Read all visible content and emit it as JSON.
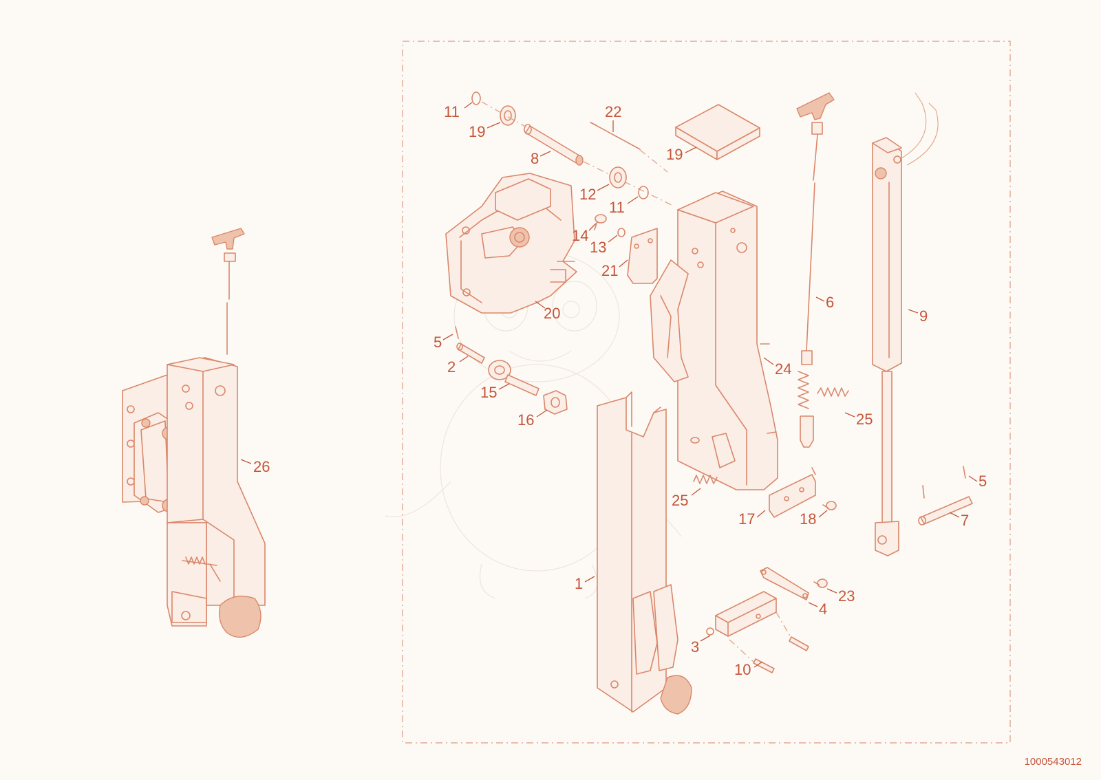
{
  "document_number": "1000543012",
  "colors": {
    "line": "#d9876a",
    "label": "#c4553a",
    "background": "#fdfaf6"
  },
  "callouts": [
    {
      "id": "c11a",
      "text": "11"
    },
    {
      "id": "c19a",
      "text": "19"
    },
    {
      "id": "c8",
      "text": "8"
    },
    {
      "id": "c22",
      "text": "22"
    },
    {
      "id": "c19b",
      "text": "19"
    },
    {
      "id": "c12",
      "text": "12"
    },
    {
      "id": "c11b",
      "text": "11"
    },
    {
      "id": "c14",
      "text": "14"
    },
    {
      "id": "c13",
      "text": "13"
    },
    {
      "id": "c21",
      "text": "21"
    },
    {
      "id": "c20",
      "text": "20"
    },
    {
      "id": "c6",
      "text": "6"
    },
    {
      "id": "c9",
      "text": "9"
    },
    {
      "id": "c5a",
      "text": "5"
    },
    {
      "id": "c2",
      "text": "2"
    },
    {
      "id": "c15",
      "text": "15"
    },
    {
      "id": "c16",
      "text": "16"
    },
    {
      "id": "c24",
      "text": "24"
    },
    {
      "id": "c25a",
      "text": "25"
    },
    {
      "id": "c25b",
      "text": "25"
    },
    {
      "id": "c26",
      "text": "26"
    },
    {
      "id": "c17",
      "text": "17"
    },
    {
      "id": "c18",
      "text": "18"
    },
    {
      "id": "c5b",
      "text": "5"
    },
    {
      "id": "c7",
      "text": "7"
    },
    {
      "id": "c1",
      "text": "1"
    },
    {
      "id": "c23",
      "text": "23"
    },
    {
      "id": "c4",
      "text": "4"
    },
    {
      "id": "c3",
      "text": "3"
    },
    {
      "id": "c10",
      "text": "10"
    }
  ]
}
